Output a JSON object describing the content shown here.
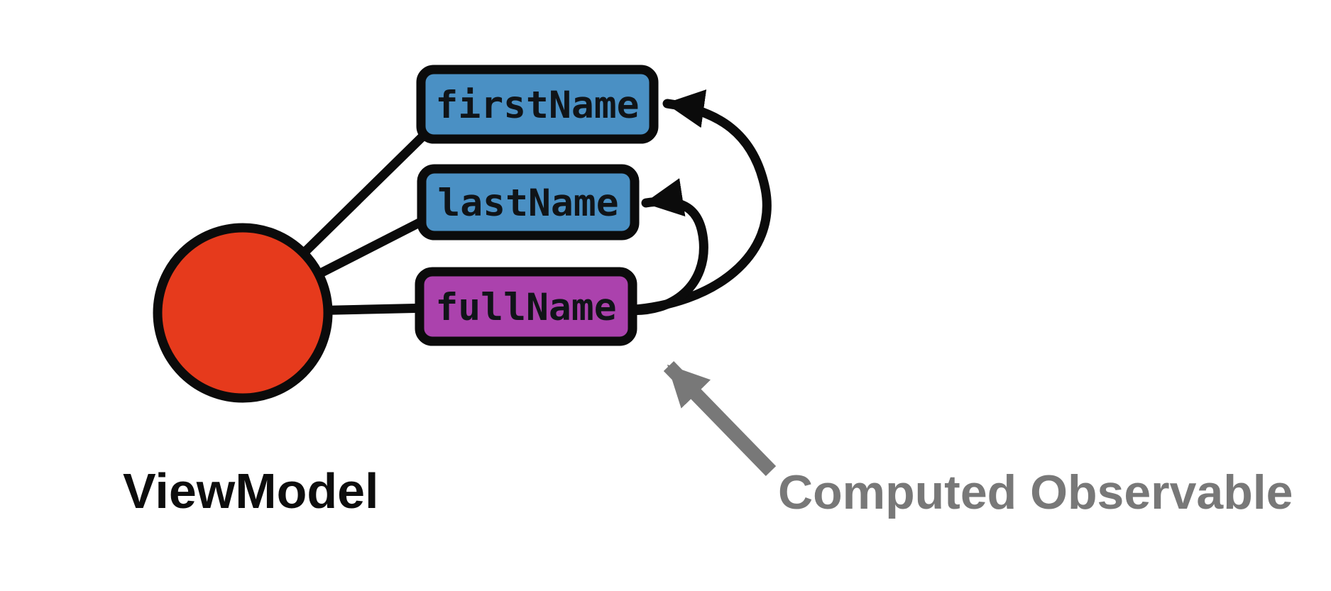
{
  "diagram": {
    "viewmodel": {
      "label": "ViewModel"
    },
    "observables": [
      {
        "label": "firstName",
        "kind": "observable"
      },
      {
        "label": "lastName",
        "kind": "observable"
      },
      {
        "label": "fullName",
        "kind": "computed"
      }
    ],
    "annotation": {
      "label": "Computed Observable"
    },
    "colors": {
      "observable_fill": "#4A90C4",
      "computed_fill": "#AB42AD",
      "viewmodel_fill": "#E63A1C",
      "outline": "#0b0b0b",
      "annotation_gray": "#787878"
    }
  }
}
